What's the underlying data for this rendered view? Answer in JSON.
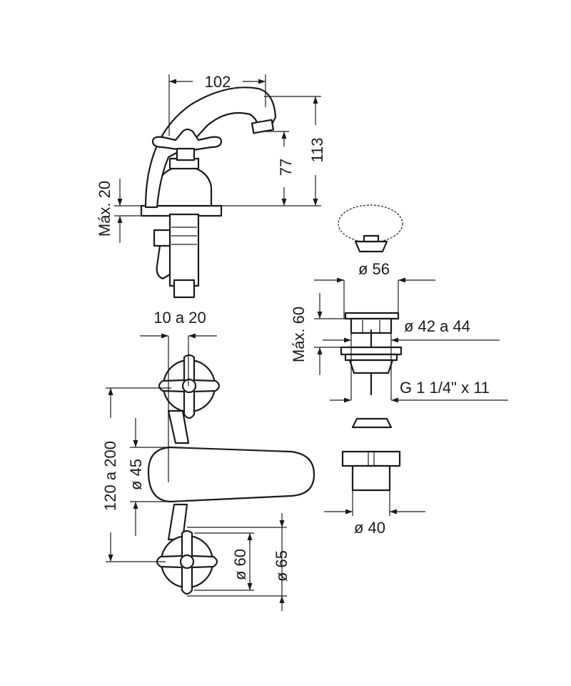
{
  "dimensions": {
    "spout_reach": "102",
    "total_height": "113",
    "spout_height": "77",
    "max_deck": "Máx. 20",
    "chain_plug_diameter": "ø 56",
    "waste_max": "Máx. 60",
    "waste_flange": "ø 42 a 44",
    "waste_thread": "G 1 1/4\" x 11",
    "valve_diameter": "ø 40",
    "handle_offset": "10 a 20",
    "centers": "120 a 200",
    "body_diameter": "ø 45",
    "rosette_inner": "ø 60",
    "rosette_outer": "ø 65"
  },
  "colors": {
    "line": "#1a1a1a",
    "background": "#ffffff"
  }
}
